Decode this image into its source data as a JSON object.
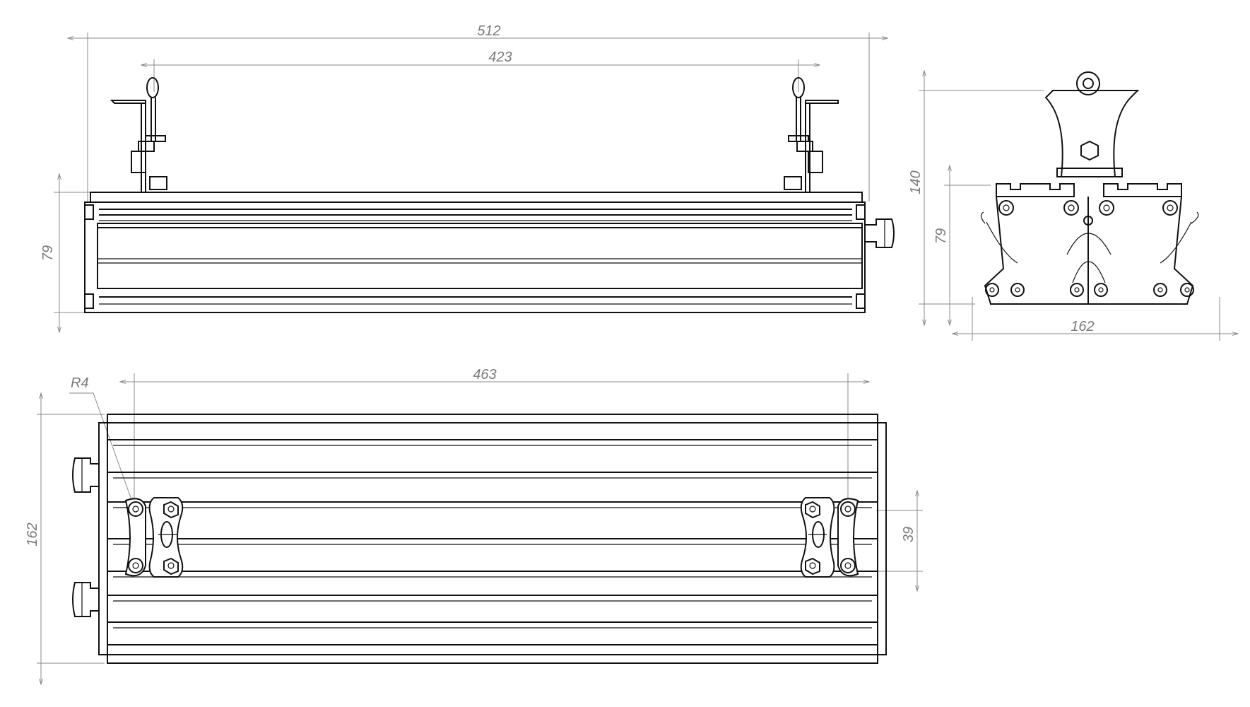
{
  "dimensions": {
    "overall_length": "512",
    "mount_spacing": "423",
    "side_height": "79",
    "profile_height_total": "140",
    "profile_height": "79",
    "profile_width": "162",
    "mount_spacing_top": "463",
    "radius": "R4",
    "top_width": "162",
    "bracket_width": "39"
  },
  "colors": {
    "line": "#111111",
    "dimension": "#8a8a8a",
    "background": "#ffffff"
  }
}
